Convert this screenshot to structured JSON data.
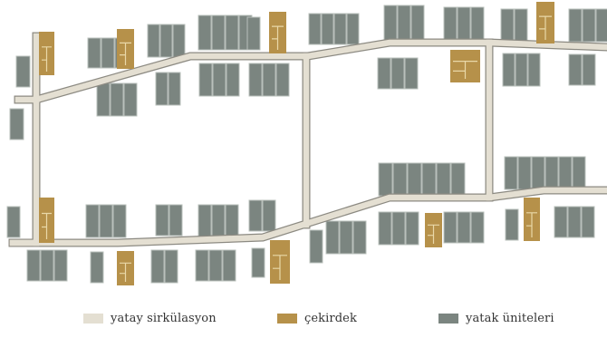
{
  "legend": [
    {
      "label": "yatay sirkülasyon",
      "color": "#e4dfd2"
    },
    {
      "label": "çekirdek",
      "color": "#b6914a"
    },
    {
      "label": "yatak üniteleri",
      "color": "#7b8580"
    }
  ],
  "colors": {
    "corridor_fill": "#e4dfd2",
    "corridor_edge": "#8c8a82",
    "core_fill": "#b6914a",
    "core_line": "#e9d8a8",
    "unit_fill": "#7b8580",
    "unit_line": "#b9c0bb"
  }
}
